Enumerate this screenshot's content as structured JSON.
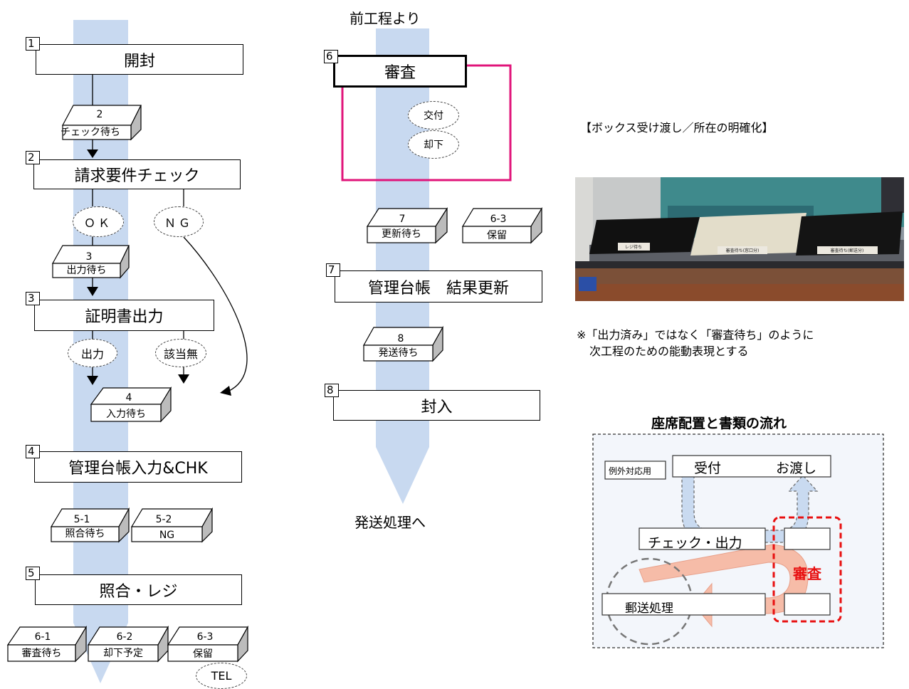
{
  "steps": [
    {
      "num": "1",
      "label": "開封"
    },
    {
      "num": "2",
      "label": "請求要件チェック"
    },
    {
      "num": "3",
      "label": "証明書出力"
    },
    {
      "num": "4",
      "label": "管理台帳入力&CHK"
    },
    {
      "num": "5",
      "label": "照合・レジ"
    },
    {
      "num": "6",
      "label": "審査"
    },
    {
      "num": "7",
      "label": "管理台帳　結果更新"
    },
    {
      "num": "8",
      "label": "封入"
    }
  ],
  "trays": [
    {
      "num": "2",
      "label": "チェック待ち"
    },
    {
      "num": "3",
      "label": "出力待ち"
    },
    {
      "num": "4",
      "label": "入力待ち"
    },
    {
      "num": "5-1",
      "label": "照合待ち"
    },
    {
      "num": "5-2",
      "label": "NG"
    },
    {
      "num": "6-1",
      "label": "審査待ち"
    },
    {
      "num": "6-2",
      "label": "却下予定"
    },
    {
      "num": "6-3",
      "label": "保留"
    },
    {
      "num": "7",
      "label": "更新待ち"
    },
    {
      "num": "6-3",
      "label": "保留"
    },
    {
      "num": "8",
      "label": "発送待ち"
    }
  ],
  "branches": {
    "ok": "ＯＫ",
    "ng": "ＮＧ",
    "output": "出力",
    "none": "該当無",
    "tel": "TEL",
    "issue": "交付",
    "reject": "却下"
  },
  "flow_texts": {
    "from_prev": "前工程より",
    "to_shipping": "発送処理へ"
  },
  "notes": {
    "heading": "【ボックス受け渡し／所在の明確化】",
    "note_line1": "※「出力済み」ではなく「審査待ち」のように",
    "note_line2": "次工程のための能動表現とする"
  },
  "photo": {
    "tray_labels": [
      "レジ待ち",
      "審査待ち(窓口分)",
      "審査待ち(郵送分)"
    ]
  },
  "layout_diagram": {
    "title": "座席配置と書類の流れ",
    "exception": "例外対応用",
    "reception": "受付",
    "handover": "お渡し",
    "check_output": "チェック・出力",
    "review": "審査",
    "mail": "郵送処理"
  },
  "colors": {
    "flow_band": "#c8d9f0",
    "review_frame": "#e0147a",
    "review_red": "#e81010",
    "arrow_salmon": "#f6bca8",
    "arrow_blue": "#c9daf0"
  }
}
